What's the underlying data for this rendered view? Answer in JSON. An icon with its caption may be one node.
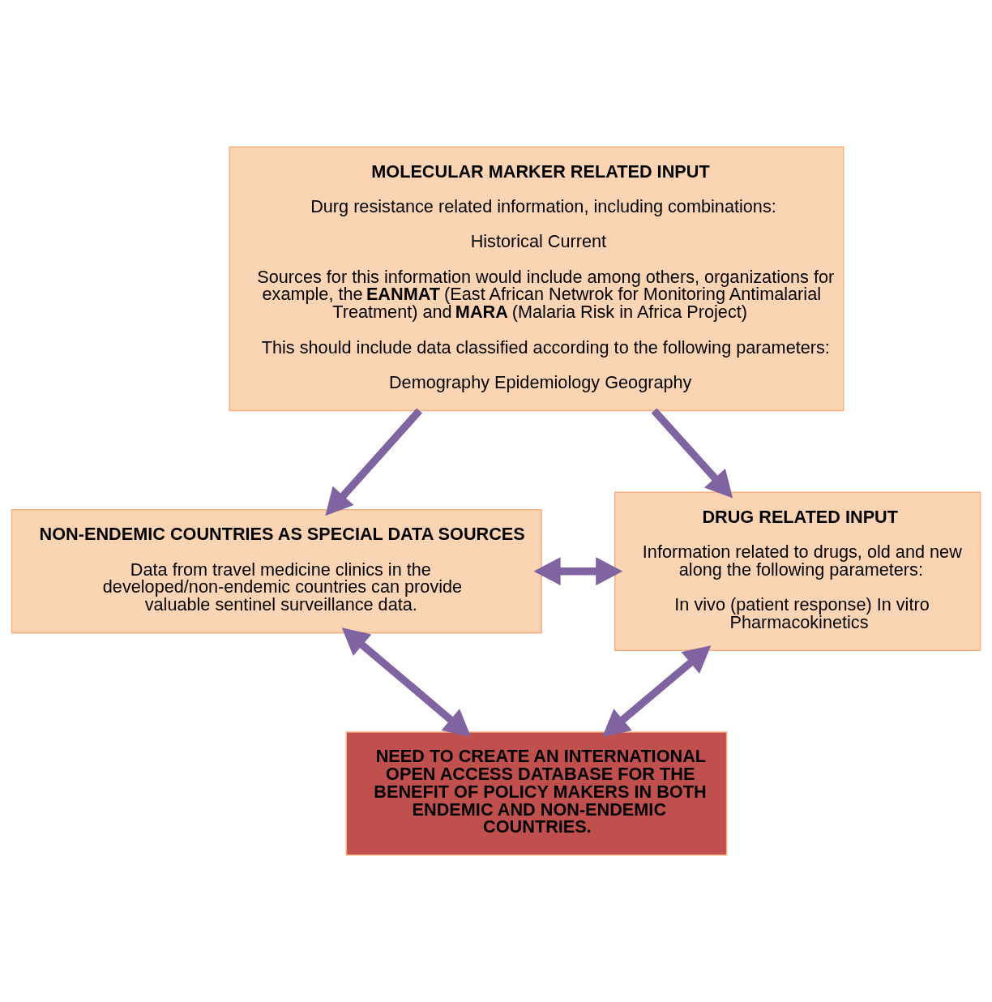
{
  "diagram": {
    "nodes": [
      {
        "text": [
          "MOLECULAR MARKER RELATED INPUT",
          "Durg resistance related information, including combinations:",
          "Historical Current",
          "Sources for this information would include among others, organizations for example, the **EANMAT** (East African Netwrok for Monitoring Antimalarial Treatment) and **MARA** (Malaria Risk in Africa Project)",
          "This should include data classified according to the following parameters:",
          "Demography Epidemiology Geography"
        ]
      },
      {
        "text": [
          "NON-ENDEMIC COUNTRIES AS SPECIAL DATA SOURCES",
          "Data from travel medicine clinics in the developed/non-endemic countries can provide valuable sentinel surveillance data."
        ]
      },
      {
        "text": [
          "DRUG RELATED INPUT",
          "Information related to drugs, old and new along the following parameters:",
          "In vivo (patient response) In vitro Pharmacokinetics"
        ]
      },
      {
        "text": [
          "NEED TO CREATE AN INTERNATIONAL OPEN ACCESS DATABASE FOR THE BENEFIT OF POLICY MAKERS IN BOTH ENDEMIC AND NON-ENDEMIC COUNTRIES."
        ]
      }
    ],
    "edges": [
      {
        "from": 0,
        "to": 1,
        "arrow": "to"
      },
      {
        "from": 0,
        "to": 2,
        "arrow": "to"
      },
      {
        "from": 1,
        "to": 2,
        "arrow": "both"
      },
      {
        "from": 1,
        "to": 3,
        "arrow": "both"
      },
      {
        "from": 2,
        "to": 3,
        "arrow": "both"
      }
    ]
  }
}
